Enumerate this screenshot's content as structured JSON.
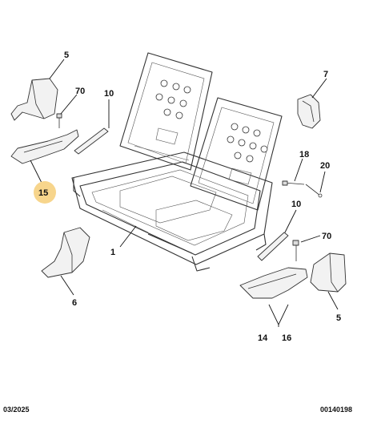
{
  "callouts": [
    {
      "id": "5",
      "text": "5"
    },
    {
      "id": "70",
      "text": "70"
    },
    {
      "id": "10",
      "text": "10"
    },
    {
      "id": "15",
      "text": "15"
    },
    {
      "id": "7",
      "text": "7"
    },
    {
      "id": "18",
      "text": "18"
    },
    {
      "id": "20",
      "text": "20"
    },
    {
      "id": "10b",
      "text": "10"
    },
    {
      "id": "70b",
      "text": "70"
    },
    {
      "id": "1",
      "text": "1"
    },
    {
      "id": "6",
      "text": "6"
    },
    {
      "id": "14",
      "text": "14"
    },
    {
      "id": "16",
      "text": "16"
    },
    {
      "id": "5b",
      "text": "5"
    }
  ],
  "footer": {
    "date": "03/2025",
    "ref": "00140198"
  },
  "colors": {
    "highlight": "#f7d58c",
    "line": "#333333"
  }
}
